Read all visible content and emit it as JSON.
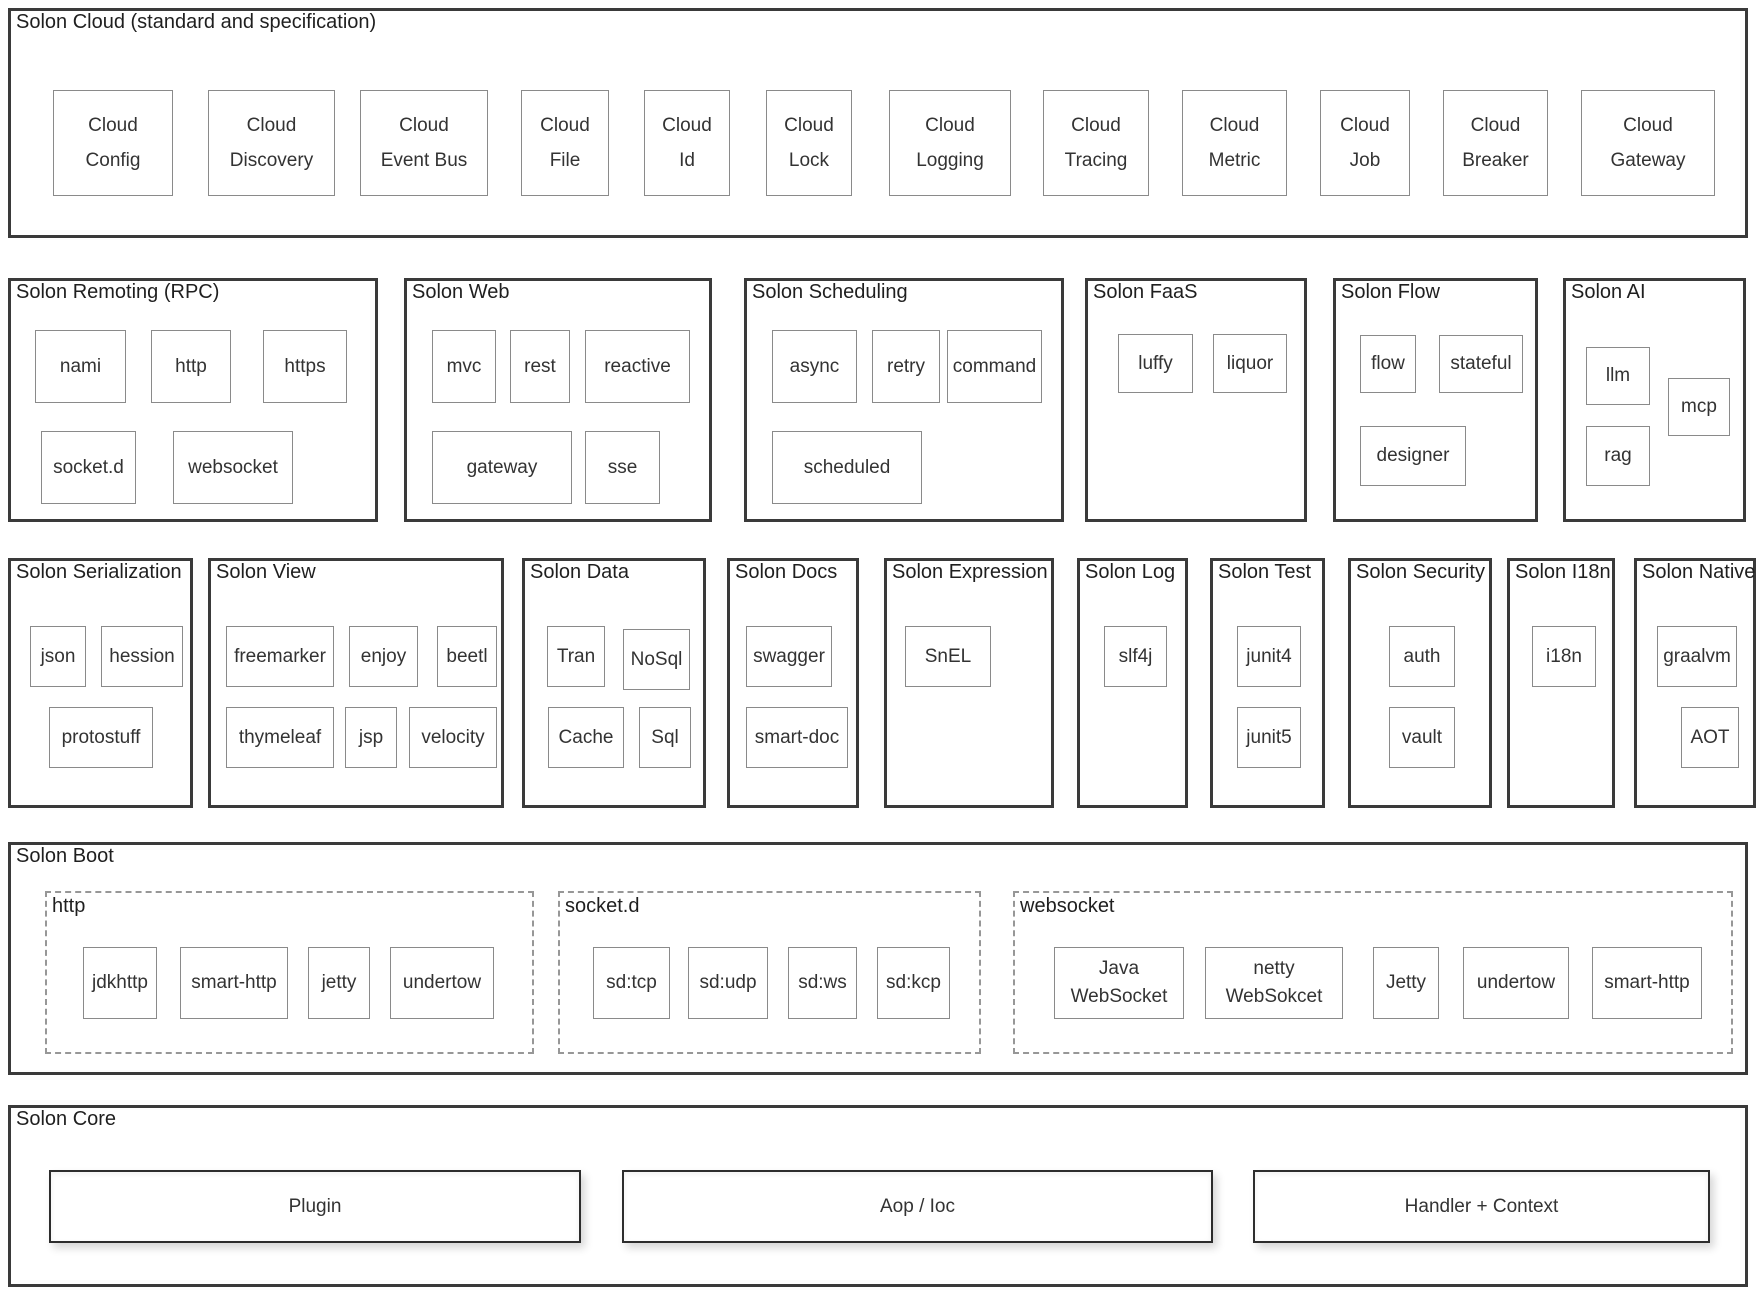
{
  "colors": {
    "background": "#ffffff",
    "section_border": "#3a3a3a",
    "node_border": "#8a8a8a",
    "dashed_border": "#979797",
    "text": "#2e2e2e"
  },
  "sections": {
    "cloud": {
      "title": "Solon Cloud (standard and specification)",
      "items": [
        "Cloud\nConfig",
        "Cloud\nDiscovery",
        "Cloud\nEvent Bus",
        "Cloud\nFile",
        "Cloud\nId",
        "Cloud\nLock",
        "Cloud\nLogging",
        "Cloud\nTracing",
        "Cloud\nMetric",
        "Cloud\nJob",
        "Cloud\nBreaker",
        "Cloud\nGateway"
      ]
    },
    "remoting": {
      "title": "Solon Remoting (RPC)",
      "items": [
        "nami",
        "http",
        "https",
        "socket.d",
        "websocket"
      ]
    },
    "web": {
      "title": "Solon Web",
      "items": [
        "mvc",
        "rest",
        "reactive",
        "gateway",
        "sse"
      ]
    },
    "scheduling": {
      "title": "Solon Scheduling",
      "items": [
        "async",
        "retry",
        "command",
        "scheduled"
      ]
    },
    "faas": {
      "title": "Solon FaaS",
      "items": [
        "luffy",
        "liquor"
      ]
    },
    "flow": {
      "title": "Solon Flow",
      "items": [
        "flow",
        "stateful",
        "designer"
      ]
    },
    "ai": {
      "title": "Solon AI",
      "items": [
        "llm",
        "mcp",
        "rag"
      ]
    },
    "serialization": {
      "title": "Solon Serialization",
      "items": [
        "json",
        "hession",
        "protostuff"
      ]
    },
    "view": {
      "title": "Solon View",
      "items": [
        "freemarker",
        "enjoy",
        "beetl",
        "thymeleaf",
        "jsp",
        "velocity"
      ]
    },
    "data": {
      "title": "Solon Data",
      "items": [
        "Tran",
        "NoSql",
        "Cache",
        "Sql"
      ]
    },
    "docs": {
      "title": "Solon Docs",
      "items": [
        "swagger",
        "smart-doc"
      ]
    },
    "expression": {
      "title": "Solon Expression",
      "items": [
        "SnEL"
      ]
    },
    "log": {
      "title": "Solon Log",
      "items": [
        "slf4j"
      ]
    },
    "test": {
      "title": "Solon Test",
      "items": [
        "junit4",
        "junit5"
      ]
    },
    "security": {
      "title": "Solon Security",
      "items": [
        "auth",
        "vault"
      ]
    },
    "i18n": {
      "title": "Solon I18n",
      "items": [
        "i18n"
      ]
    },
    "native": {
      "title": "Solon Native",
      "items": [
        "graalvm",
        "AOT"
      ]
    },
    "boot": {
      "title": "Solon Boot",
      "groups": {
        "http": {
          "title": "http",
          "items": [
            "jdkhttp",
            "smart-http",
            "jetty",
            "undertow"
          ]
        },
        "socketd": {
          "title": "socket.d",
          "items": [
            "sd:tcp",
            "sd:udp",
            "sd:ws",
            "sd:kcp"
          ]
        },
        "websocket": {
          "title": "websocket",
          "items": [
            "Java\nWebSocket",
            "netty\nWebSokcet",
            "Jetty",
            "undertow",
            "smart-http"
          ]
        }
      }
    },
    "core": {
      "title": "Solon Core",
      "items": [
        "Plugin",
        "Aop / Ioc",
        "Handler + Context"
      ]
    }
  }
}
